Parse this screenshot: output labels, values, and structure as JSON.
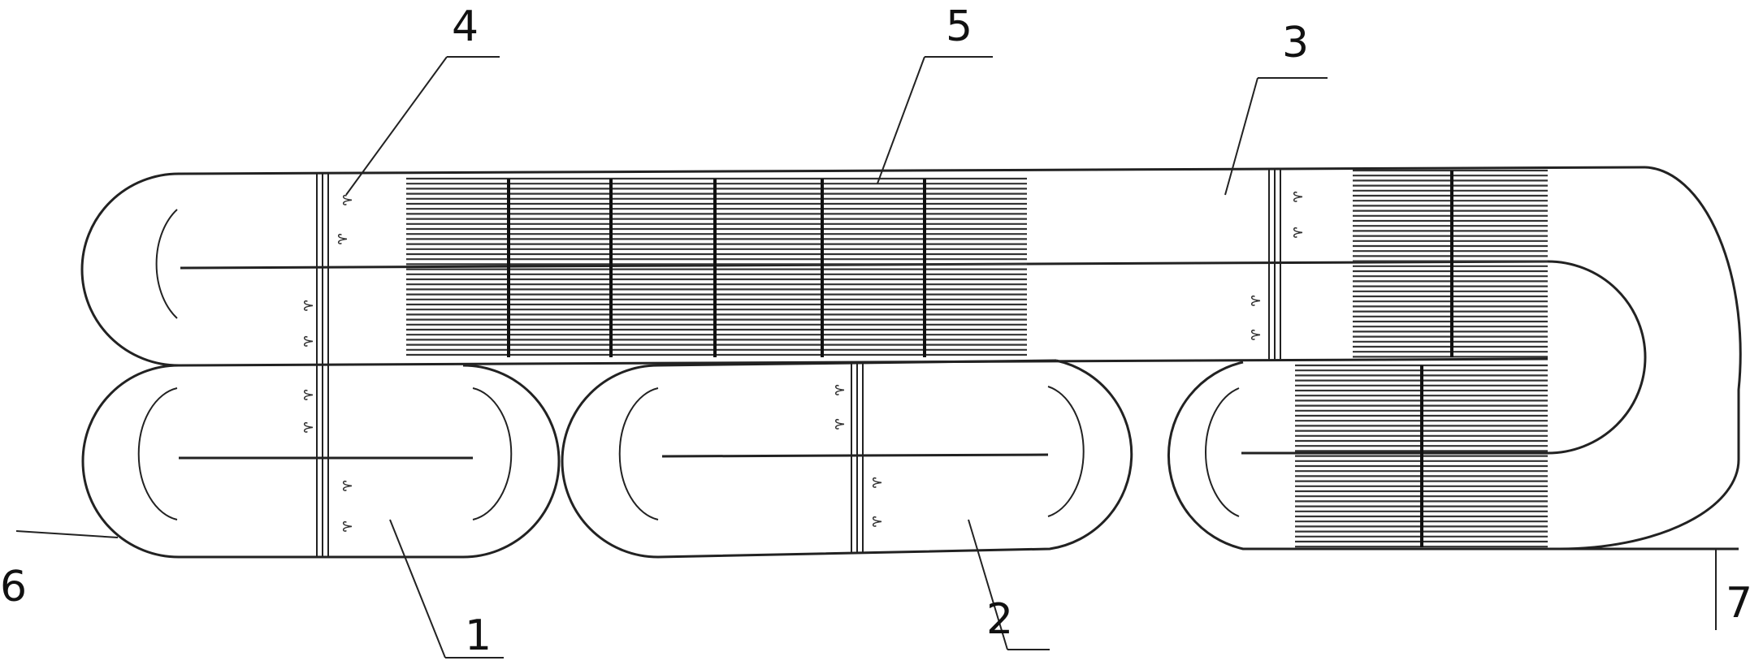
{
  "figure": {
    "callouts": [
      {
        "id": "1",
        "text": "1"
      },
      {
        "id": "2",
        "text": "2"
      },
      {
        "id": "3",
        "text": "3"
      },
      {
        "id": "4",
        "text": "4"
      },
      {
        "id": "5",
        "text": "5"
      },
      {
        "id": "6",
        "text": "6"
      },
      {
        "id": "7",
        "text": "7"
      }
    ],
    "colors": {
      "line": "#222222",
      "background": "#ffffff"
    }
  }
}
